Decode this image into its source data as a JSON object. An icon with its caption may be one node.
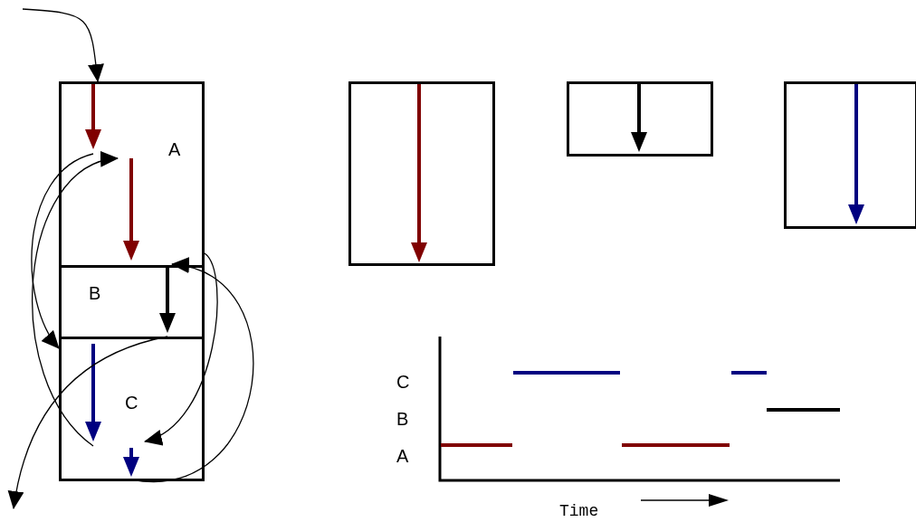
{
  "diagram": {
    "nodes": [
      {
        "text": [
          "A"
        ]
      },
      {
        "text": [
          "B"
        ]
      },
      {
        "text": [
          "C"
        ]
      },
      {
        "text": [],
        "shape": "box"
      },
      {
        "text": [],
        "shape": "box"
      },
      {
        "text": [],
        "shape": "box"
      }
    ],
    "edges": [
      {
        "from": null,
        "to": 0,
        "arrow": "to"
      },
      {
        "from": 0,
        "to": 2,
        "arrow": "to"
      },
      {
        "from": 2,
        "to": 0,
        "arrow": "to"
      },
      {
        "from": 0,
        "to": 2,
        "arrow": "to"
      },
      {
        "from": 2,
        "to": 1,
        "arrow": "to"
      },
      {
        "from": 1,
        "to": null,
        "arrow": "to"
      }
    ],
    "labels": [
      "C",
      "B",
      "A",
      "Time"
    ]
  }
}
